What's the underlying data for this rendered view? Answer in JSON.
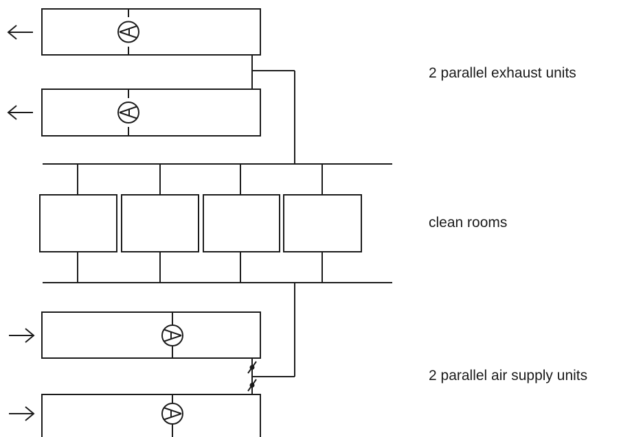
{
  "labels": {
    "exhaust": "2 parallel exhaust units",
    "clean_rooms": "clean rooms",
    "supply": "2 parallel air supply units"
  },
  "colors": {
    "line": "#1a1a1a",
    "background": "#ffffff"
  },
  "icons": [
    "arrow-left-icon",
    "arrow-right-icon",
    "fan-icon",
    "damper-icon"
  ]
}
